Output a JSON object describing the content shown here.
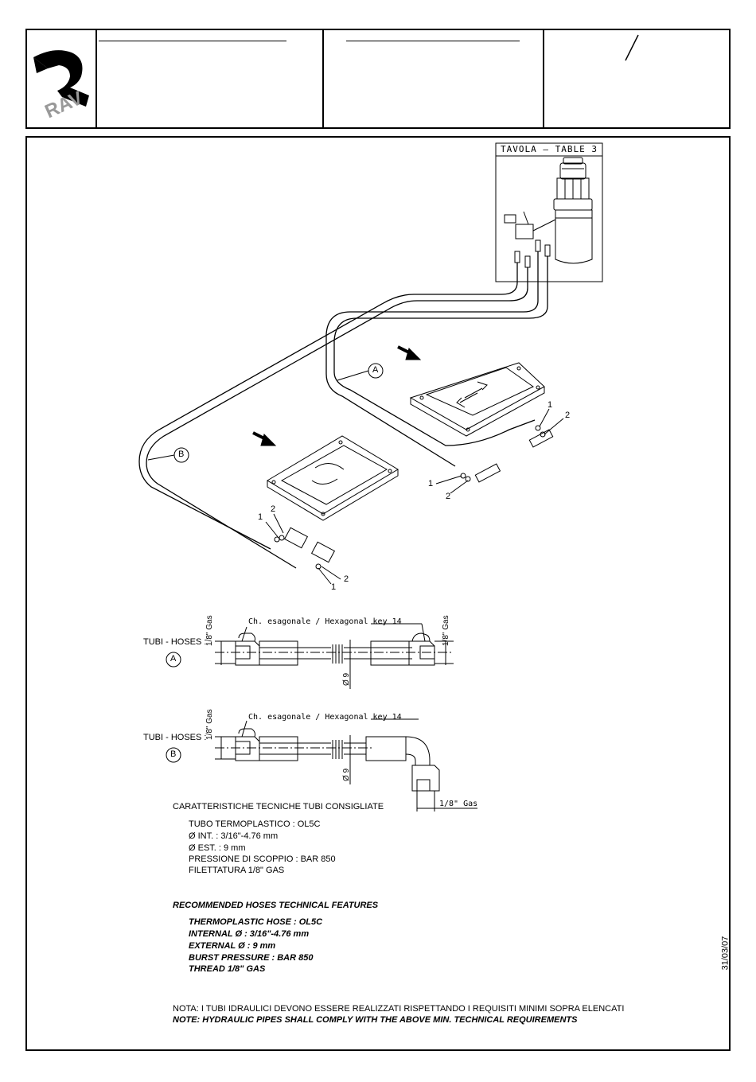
{
  "header": {
    "logo_text": "RAV"
  },
  "table_label": "TAVOLA – TABLE 3",
  "callouts": {
    "hose_a": "A",
    "hose_b": "B",
    "one": "1",
    "two": "2"
  },
  "hoses": {
    "label": "TUBI - HOSES :",
    "hex_key": "Ch. esagonale / Hexagonal key 14",
    "thread_gas": "1/8\" Gas",
    "diameter": "Ø 9"
  },
  "specs_it": {
    "title": "CARATTERISTICHE TECNICHE TUBI CONSIGLIATE",
    "lines": [
      "TUBO TERMOPLASTICO : OL5C",
      "Ø INT. : 3/16\"-4.76 mm",
      "Ø EST. : 9 mm",
      "PRESSIONE DI SCOPPIO : BAR 850",
      "FILETTATURA 1/8\" GAS"
    ]
  },
  "specs_en": {
    "title": "RECOMMENDED HOSES TECHNICAL FEATURES",
    "lines": [
      "THERMOPLASTIC HOSE : OL5C",
      "INTERNAL Ø : 3/16\"-4.76 mm",
      "EXTERNAL Ø : 9 mm",
      "BURST PRESSURE : BAR 850",
      "THREAD 1/8\" GAS"
    ]
  },
  "note_it": "NOTA: I TUBI IDRAULICI DEVONO ESSERE REALIZZATI RISPETTANDO I REQUISITI MINIMI SOPRA ELENCATI",
  "note_en": "NOTE: HYDRAULIC PIPES SHALL COMPLY WITH THE ABOVE MIN. TECHNICAL REQUIREMENTS",
  "date": "31/03/07"
}
